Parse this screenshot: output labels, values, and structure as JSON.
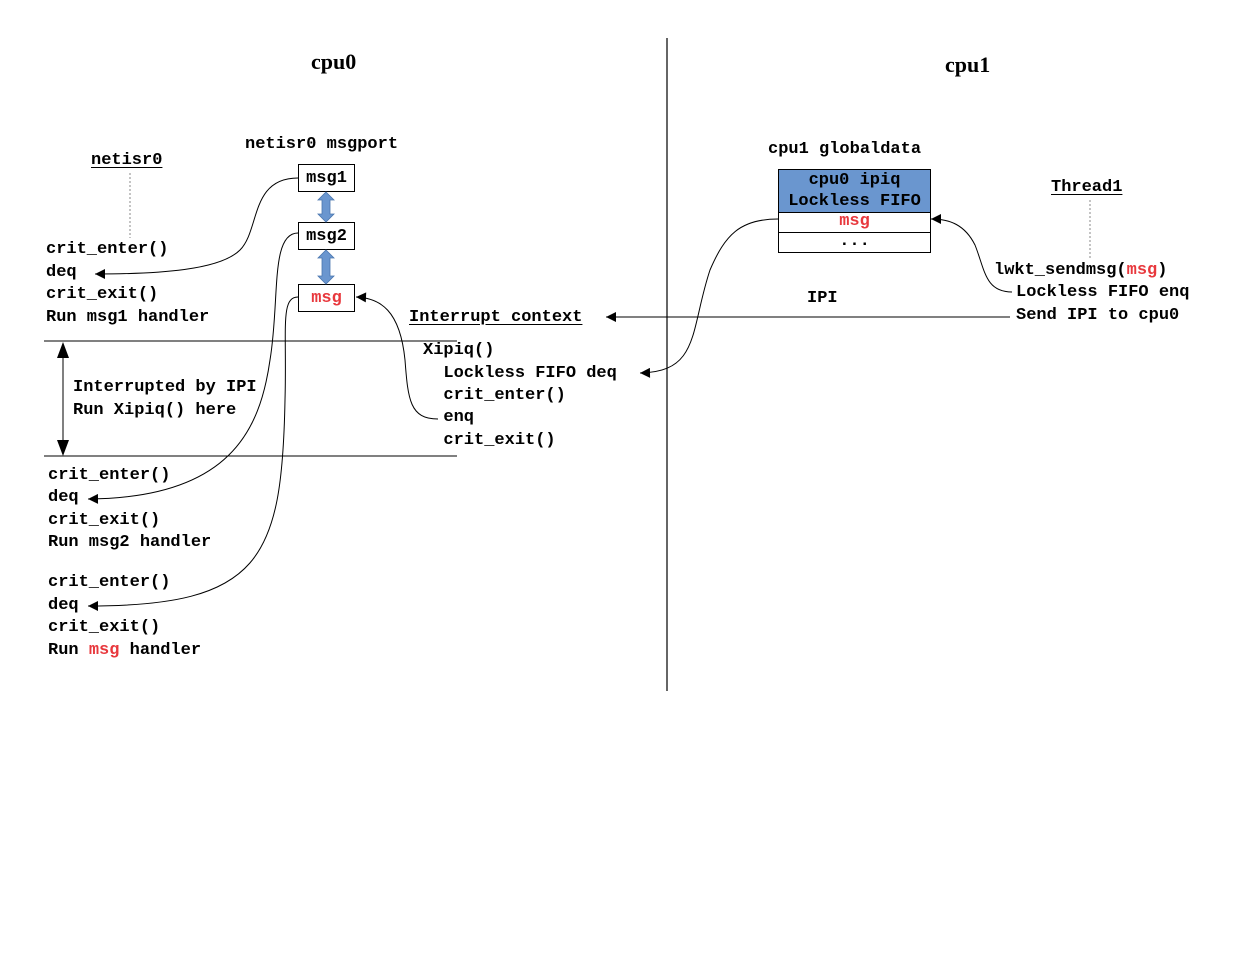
{
  "cpu0": {
    "title": "cpu0",
    "netisr_label": "netisr0",
    "msgport_label": "netisr0 msgport",
    "msgport_items": [
      "msg1",
      "msg2",
      "msg"
    ],
    "block1": [
      "crit_enter()",
      "deq",
      "crit_exit()",
      "Run msg1 handler"
    ],
    "interrupt_note": [
      "Interrupted by IPI",
      "Run Xipiq() here"
    ],
    "block2": [
      "crit_enter()",
      "deq",
      "crit_exit()",
      "Run msg2 handler"
    ],
    "block3": [
      "crit_enter()",
      "deq",
      "crit_exit()"
    ],
    "block3_last": {
      "prefix": "Run ",
      "highlight": "msg",
      "suffix": " handler"
    },
    "interrupt_context_label": "Interrupt context",
    "xipiq": [
      "Xipiq()",
      "  Lockless FIFO deq",
      "  crit_enter()",
      "  enq",
      "  crit_exit()"
    ]
  },
  "cpu1": {
    "title": "cpu1",
    "globaldata_label": "cpu1 globaldata",
    "fifo_header": [
      "cpu0 ipiq",
      "Lockless FIFO"
    ],
    "fifo_cells": [
      "msg",
      "..."
    ],
    "thread_label": "Thread1",
    "sendmsg": {
      "prefix": "lwkt_sendmsg(",
      "highlight": "msg",
      "suffix": ")"
    },
    "steps": [
      "Lockless FIFO enq",
      "Send IPI to cpu0"
    ],
    "ipi_label": "IPI"
  },
  "colors": {
    "highlight": "#e8383d",
    "fifo_header": "#6a96cf",
    "double_arrow": "#6a96cf"
  }
}
